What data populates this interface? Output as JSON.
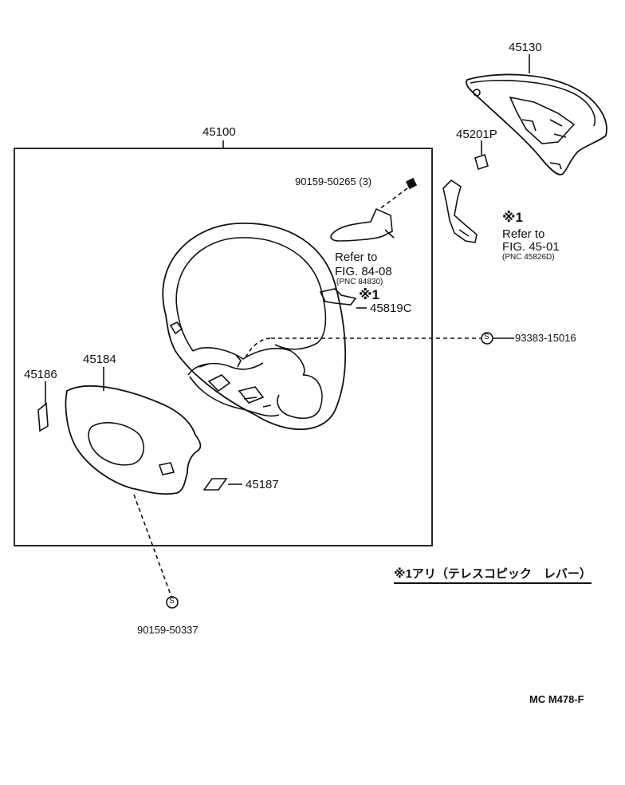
{
  "parts": {
    "steering_wheel_assy": "45100",
    "pad_cover": "45130",
    "plug": "45201P",
    "screw_top": "90159-50265 (3)",
    "bracket": "45819C",
    "screw_right": "93383-15016",
    "lower_cover": "45184",
    "left_cover": "45186",
    "right_small_cover": "45187",
    "screw_bottom": "90159-50337"
  },
  "references": {
    "lever_ref_1": "Refer to",
    "lever_ref_2": "FIG. 84-08",
    "lever_ref_pnc": "(PNC 84830)",
    "telescopic_ref_1": "Refer to",
    "telescopic_ref_2": "FIG. 45-01",
    "telescopic_ref_pnc": "(PNC 45826D)"
  },
  "marks": {
    "note_mark_1": "※1",
    "note_mark_2": "※1",
    "s_symbol": "S"
  },
  "footnote": "※1アリ（テレスコピック　レバー）",
  "diagram_code": "MC  M478-F"
}
